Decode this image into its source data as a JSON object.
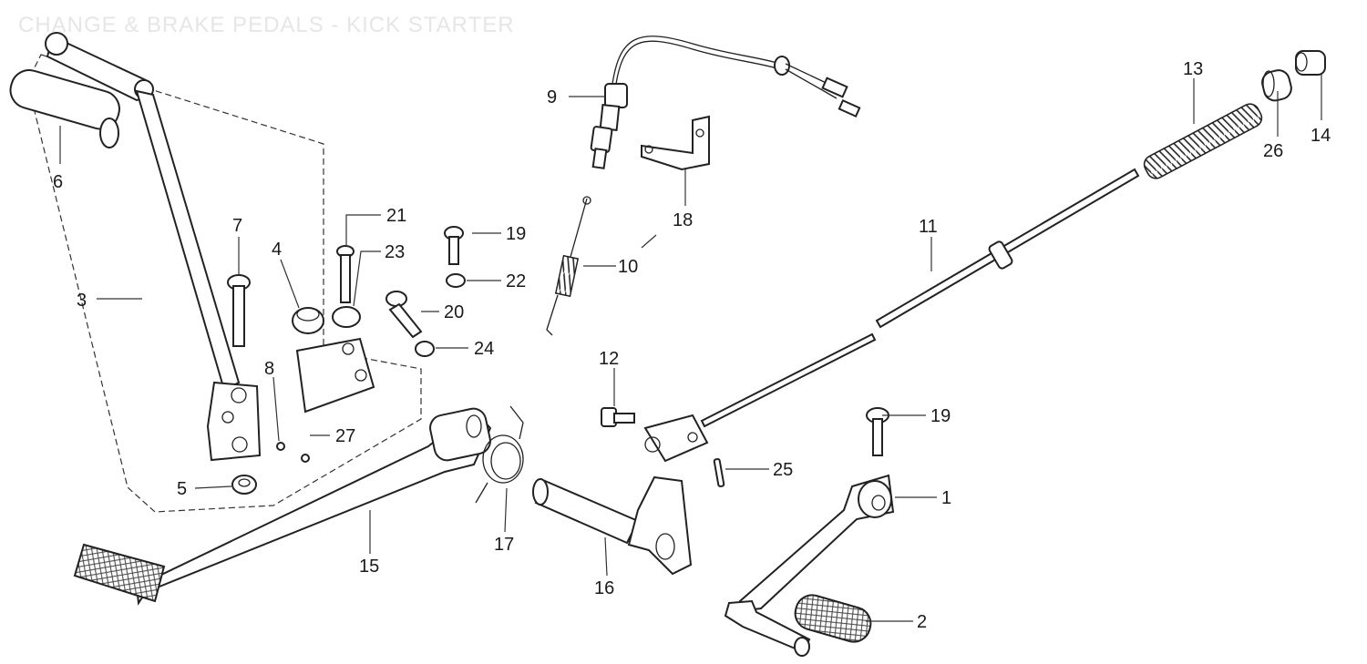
{
  "diagram": {
    "title": "CHANGE & BRAKE PEDALS - KICK STARTER",
    "callouts": {
      "c1": "1",
      "c2": "2",
      "c3": "3",
      "c4": "4",
      "c5": "5",
      "c6": "6",
      "c7": "7",
      "c8": "8",
      "c9": "9",
      "c10": "10",
      "c11": "11",
      "c12": "12",
      "c13": "13",
      "c14": "14",
      "c15": "15",
      "c16": "16",
      "c17": "17",
      "c18": "18",
      "c19a": "19",
      "c19b": "19",
      "c20": "20",
      "c21": "21",
      "c22": "22",
      "c23": "23",
      "c24": "24",
      "c25": "25",
      "c26": "26",
      "c27": "27"
    }
  }
}
